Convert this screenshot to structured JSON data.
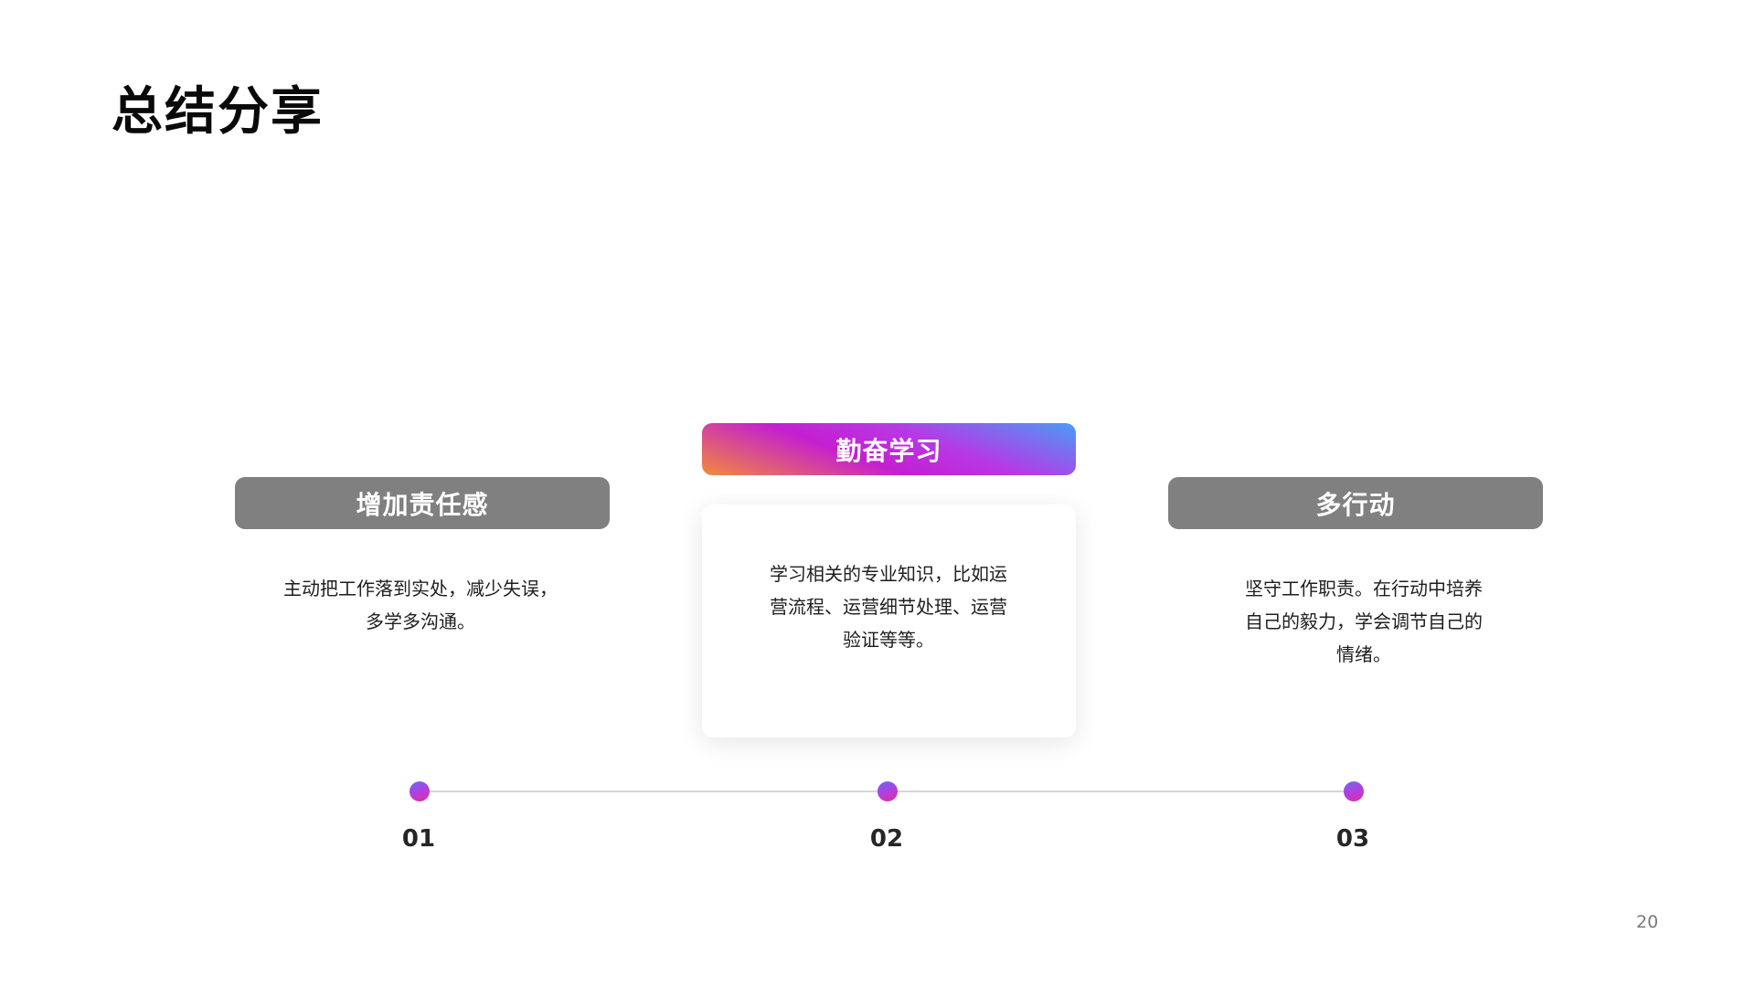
{
  "title": "总结分享",
  "items": [
    {
      "number": "01",
      "heading": "增加责任感",
      "desc_lines": [
        "主动把工作落到实处，减少失误，",
        "多学多沟通。"
      ]
    },
    {
      "number": "02",
      "heading": "勤奋学习",
      "desc_lines": [
        "学习相关的专业知识，比如运",
        "营流程、运营细节处理、运营",
        "验证等等。"
      ]
    },
    {
      "number": "03",
      "heading": "多行动",
      "desc_lines": [
        "坚守工作职责。在行动中培养",
        "自己的毅力，学会调节自己的",
        "情绪。"
      ]
    }
  ],
  "page_number": "20",
  "colors": {
    "gray_pill": "#808080",
    "accent_gradient": [
      "#4a9cf6",
      "#b838e6",
      "#f28a3a"
    ]
  }
}
